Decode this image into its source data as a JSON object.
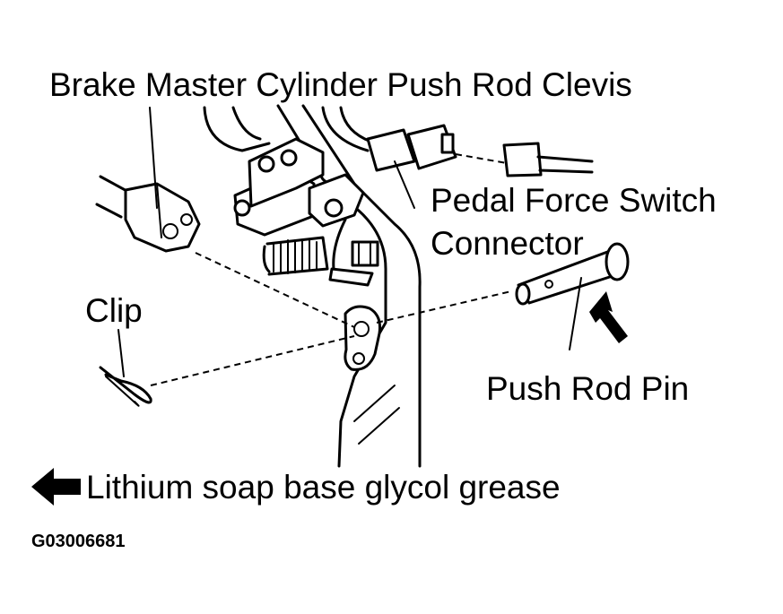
{
  "labels": {
    "clevis": "Brake Master Cylinder Push Rod Clevis",
    "pedal_force_switch_line1": "Pedal Force Switch",
    "pedal_force_switch_line2": "Connector",
    "clip": "Clip",
    "push_rod_pin": "Push Rod Pin",
    "grease_legend": "Lithium soap base glycol grease",
    "figure_code": "G03006681"
  },
  "colors": {
    "ink": "#000000",
    "background": "#ffffff"
  },
  "icons": {
    "grease_arrow": "arrow-left-filled",
    "application_arrow": "arrow-up-left-filled"
  }
}
